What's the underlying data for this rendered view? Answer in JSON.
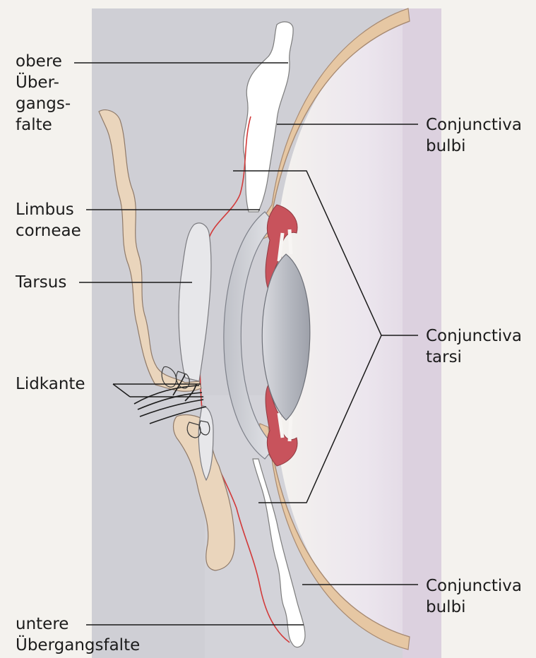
{
  "labels": {
    "obere_l1": "obere",
    "obere_l2": "Über-",
    "obere_l3": "gangs-",
    "obere_l4": "falte",
    "limbus_l1": "Limbus",
    "limbus_l2": "corneae",
    "tarsus": "Tarsus",
    "lidkante": "Lidkante",
    "untere_l1": "untere",
    "untere_l2": "Übergangsfalte",
    "conj_bulbi_top_l1": "Conjunctiva",
    "conj_bulbi_top_l2": "bulbi",
    "conj_tarsi_l1": "Conjunctiva",
    "conj_tarsi_l2": "tarsi",
    "conj_bulbi_bottom_l1": "Conjunctiva",
    "conj_bulbi_bottom_l2": "bulbi"
  },
  "colors": {
    "background": "#f4f2ee",
    "lid_skin": "#ead5bc",
    "sclera_band": "#e6c7a3",
    "conjunctiva_line": "#d23a3a",
    "ciliary_red": "#c8535c",
    "cornea": "#c9cbd1",
    "lens": "#b9bcc4",
    "shaded_band": "#cfcfd4",
    "globe_shade": "#e7e0ea"
  }
}
